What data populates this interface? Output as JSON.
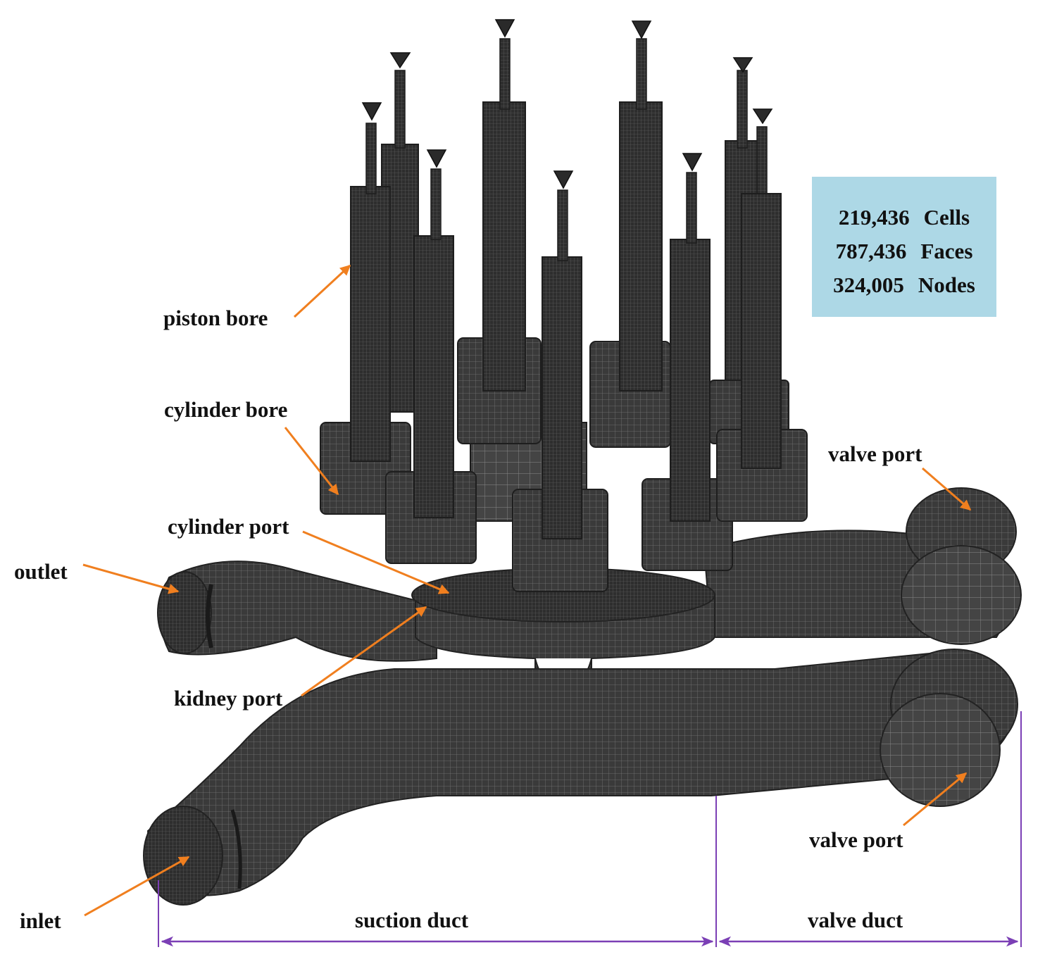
{
  "colors": {
    "mesh": "#3a3a3a",
    "mesh_dark": "#262626",
    "mesh_light": "#5a5a5a",
    "arrow": "#f07f1f",
    "dimension": "#7b3fb5",
    "stats_bg": "#add8e6"
  },
  "stats": [
    {
      "value": "219,436",
      "unit": "Cells"
    },
    {
      "value": "787,436",
      "unit": "Faces"
    },
    {
      "value": "324,005",
      "unit": "Nodes"
    }
  ],
  "labels": {
    "piston_bore": "piston bore",
    "cylinder_bore": "cylinder bore",
    "cylinder_port": "cylinder port",
    "outlet": "outlet",
    "kidney_port": "kidney port",
    "inlet": "inlet",
    "valve_port_top": "valve port",
    "valve_port_bottom": "valve port",
    "suction_duct": "suction duct",
    "valve_duct": "valve duct"
  }
}
